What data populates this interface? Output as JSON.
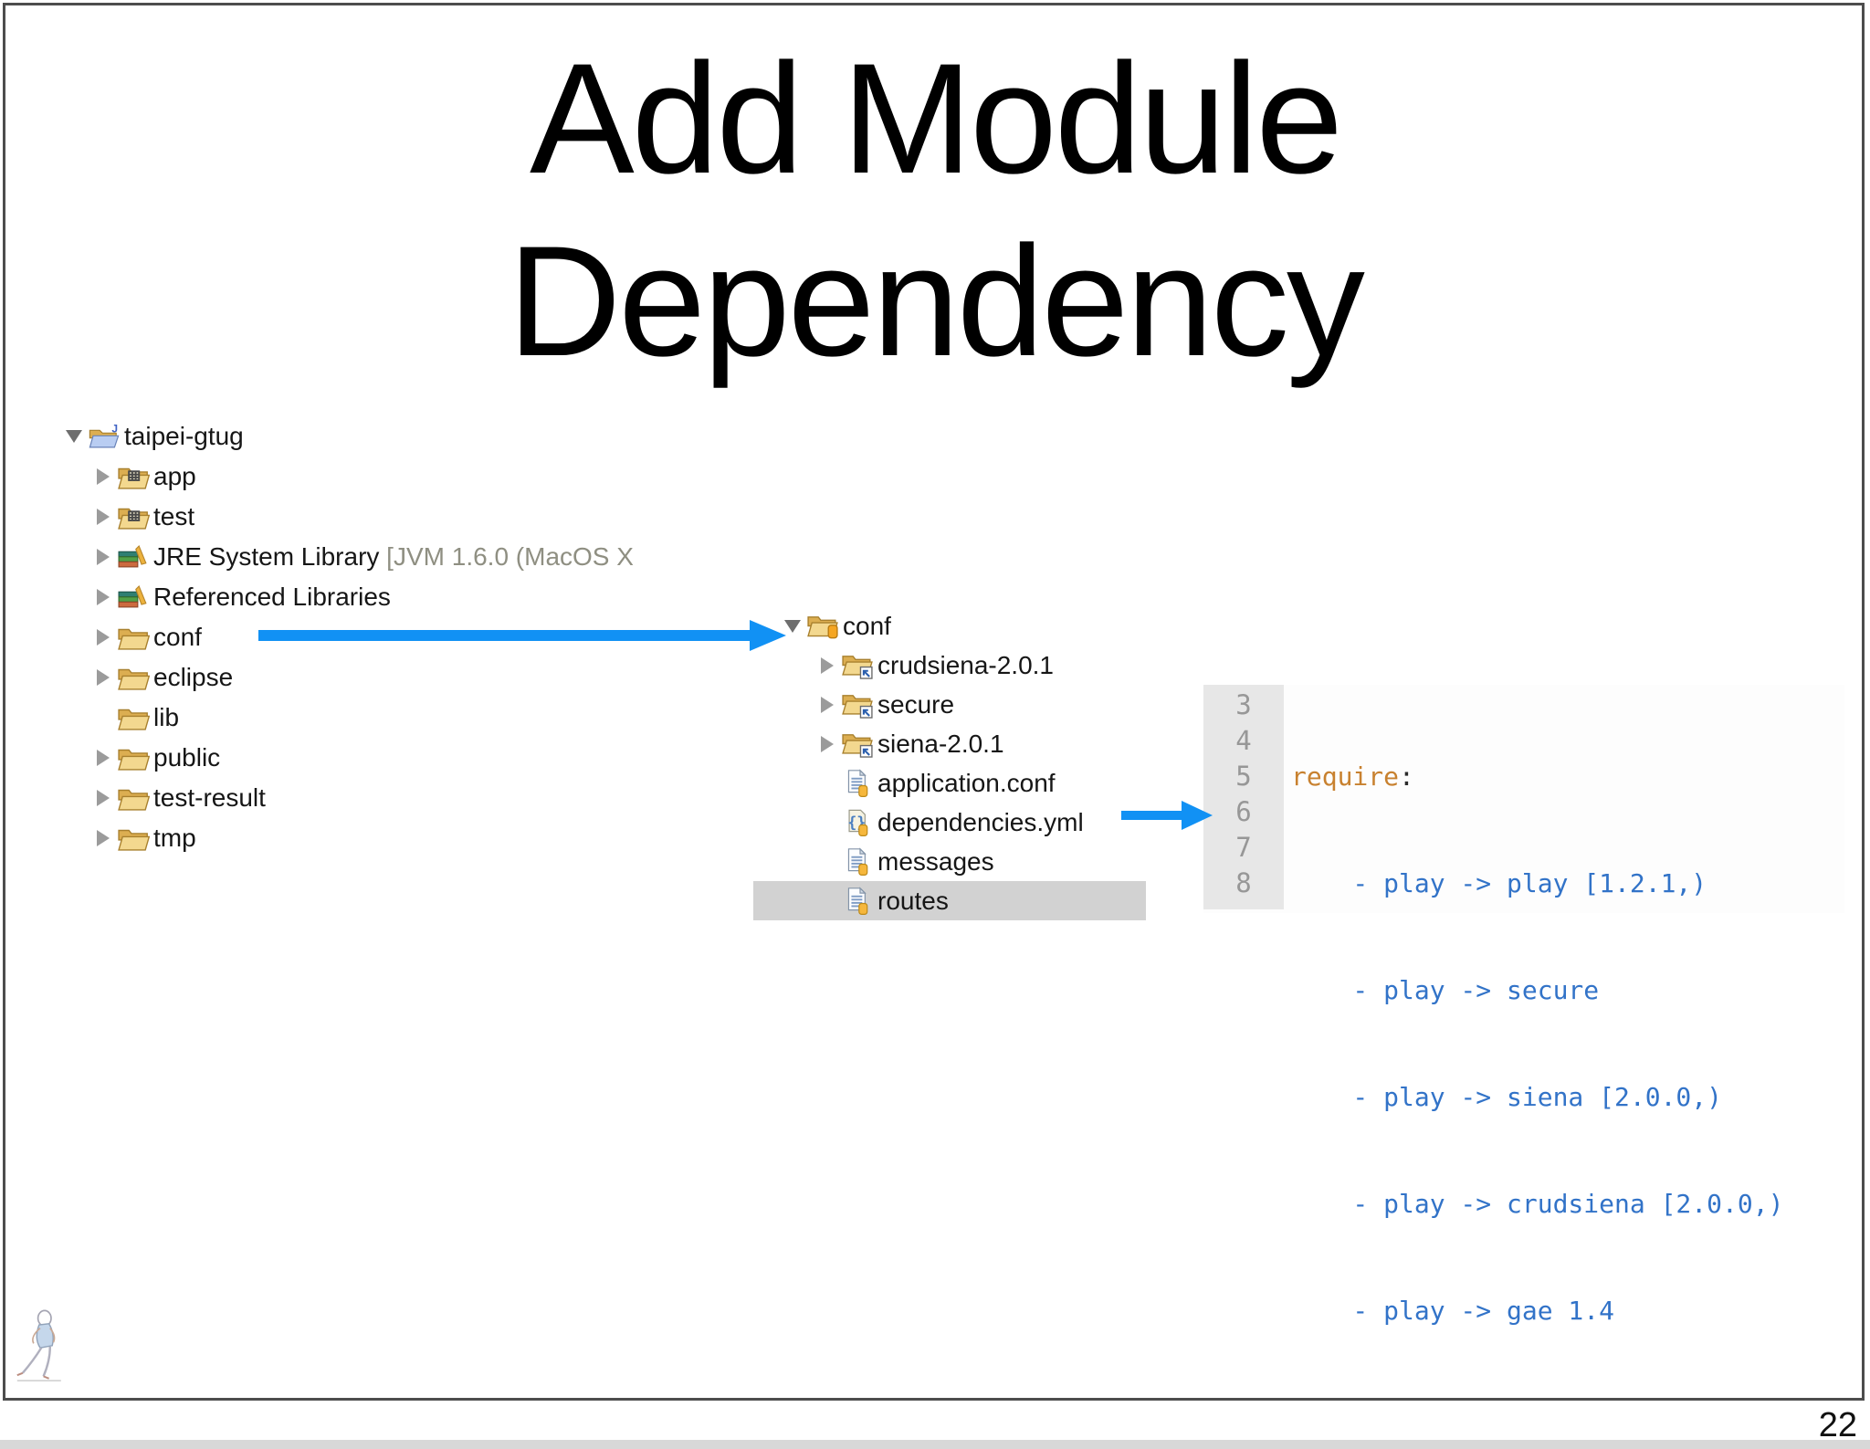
{
  "slide": {
    "title_line1": "Add Module",
    "title_line2": "Dependency",
    "page_number": "22"
  },
  "left_tree": {
    "items": [
      {
        "label": "taipei-gtug"
      },
      {
        "label": "app"
      },
      {
        "label": "test"
      },
      {
        "label": "JRE System Library",
        "decorator": " [JVM 1.6.0 (MacOS X"
      },
      {
        "label": "Referenced Libraries"
      },
      {
        "label": "conf"
      },
      {
        "label": "eclipse"
      },
      {
        "label": "lib"
      },
      {
        "label": "public"
      },
      {
        "label": "test-result"
      },
      {
        "label": "tmp"
      }
    ]
  },
  "conf_tree": {
    "items": [
      {
        "label": "conf"
      },
      {
        "label": "crudsiena-2.0.1"
      },
      {
        "label": "secure"
      },
      {
        "label": "siena-2.0.1"
      },
      {
        "label": "application.conf"
      },
      {
        "label": "dependencies.yml"
      },
      {
        "label": "messages"
      },
      {
        "label": "routes"
      }
    ]
  },
  "code": {
    "lines": [
      {
        "num": "3",
        "keyword": "require",
        "punct": ":"
      },
      {
        "num": "4",
        "text": "    - play -> play [1.2.1,)"
      },
      {
        "num": "5",
        "text": "    - play -> secure"
      },
      {
        "num": "6",
        "text": "    - play -> siena [2.0.0,)"
      },
      {
        "num": "7",
        "text": "    - play -> crudsiena [2.0.0,)"
      },
      {
        "num": "8",
        "text": "    - play -> gae 1.4"
      }
    ]
  },
  "colors": {
    "arrow_blue": "#1191f4",
    "code_blue": "#3273c8",
    "keyword_orange": "#c8812f",
    "gutter_grey": "#e7e7e7",
    "selection_grey": "#d2d2d2",
    "folder_tan": "#f3d88f"
  }
}
